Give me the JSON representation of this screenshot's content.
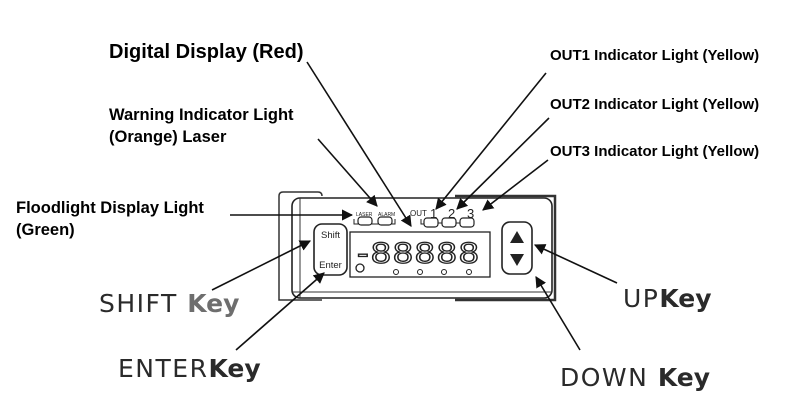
{
  "labels": {
    "digital_display": "Digital Display (Red)",
    "warning_light_line1": "Warning Indicator Light",
    "warning_light_line2": "(Orange) Laser",
    "floodlight_line1": "Floodlight Display Light",
    "floodlight_line2": "(Green)",
    "out1": "OUT1 Indicator Light (Yellow)",
    "out2": "OUT2 Indicator Light (Yellow)",
    "out3": "OUT3 Indicator Light (Yellow)"
  },
  "keys": {
    "shift": {
      "name": "SHIFT",
      "suffix": "Key"
    },
    "enter": {
      "name": "ENTER",
      "suffix": "Key"
    },
    "up": {
      "name": "UP",
      "suffix": "Key"
    },
    "down": {
      "name": "DOWN",
      "suffix": "Key"
    }
  },
  "device": {
    "laser_label": "LASER",
    "alarm_label": "ALARM",
    "out_label": "OUT",
    "out_numbers": [
      "1",
      "2",
      "3"
    ],
    "shift_button": "Shift",
    "enter_button": "Enter",
    "display_value": "-88888",
    "up_glyph": "▲",
    "down_glyph": "▼"
  }
}
